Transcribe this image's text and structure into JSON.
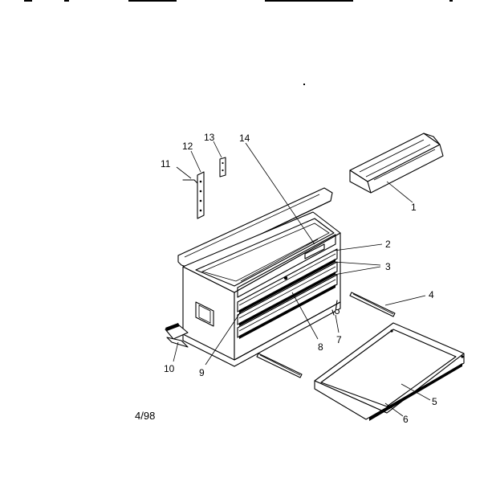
{
  "diagram": {
    "callouts": [
      "1",
      "2",
      "3",
      "4",
      "5",
      "6",
      "7",
      "8",
      "9",
      "10",
      "11",
      "12",
      "13",
      "14"
    ],
    "date_code": "4/98"
  }
}
